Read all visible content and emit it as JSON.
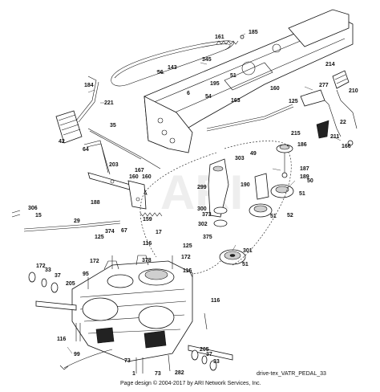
{
  "footer": {
    "copyright": "Page design © 2004-2017 by ARI Network Services, Inc.",
    "drawing_id": "drive-tex_VATR_PEDAL_33"
  },
  "watermark": "ARI",
  "callouts": [
    "185",
    "161",
    "345",
    "143",
    "56",
    "51",
    "195",
    "6",
    "54",
    "184",
    "221",
    "163",
    "160",
    "125",
    "277",
    "214",
    "210",
    "22",
    "211",
    "166",
    "215",
    "35",
    "42",
    "64",
    "203",
    "167",
    "160",
    "160",
    "189",
    "186",
    "49",
    "303",
    "187",
    "50",
    "190",
    "51",
    "52",
    "51",
    "299",
    "300",
    "373",
    "302",
    "375",
    "301",
    "51",
    "188",
    "306",
    "15",
    "29",
    "125",
    "374",
    "67",
    "159",
    "17",
    "116",
    "172",
    "125",
    "378",
    "172",
    "116",
    "172",
    "33",
    "37",
    "205",
    "95",
    "116",
    "116",
    "99",
    "73",
    "1",
    "73",
    "282",
    "205",
    "37",
    "33"
  ]
}
